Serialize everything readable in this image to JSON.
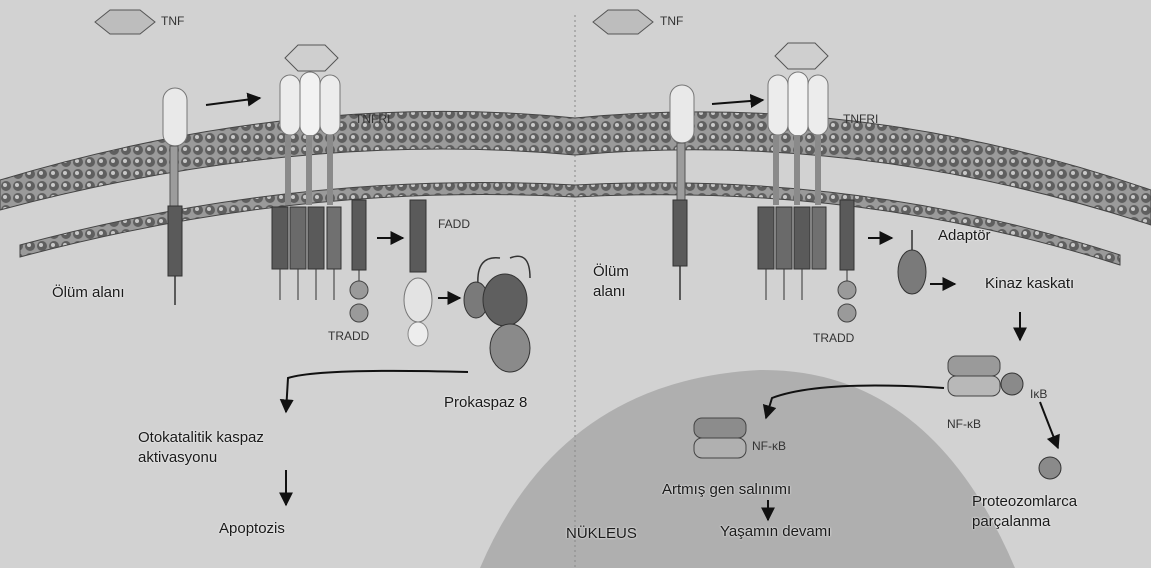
{
  "colors": {
    "background": "#d2d2d2",
    "membrane": "#6e6e6e",
    "receptor_light": "#e6e6e6",
    "domain_dark": "#5a5a5a",
    "nucleus": "#a9a9a9",
    "arrow": "#111111"
  },
  "left_panel": {
    "tnf": "TNF",
    "receptor": "TNFRI",
    "fadd": "FADD",
    "death_domain": "Ölüm alanı",
    "tradd": "TRADD",
    "procaspase": "Prokaspaz 8",
    "activation_line1": "Otokatalitik kaspaz",
    "activation_line2": "aktivasyonu",
    "apoptosis": "Apoptozis"
  },
  "right_panel": {
    "tnf": "TNF",
    "receptor": "TNFRI",
    "adaptor": "Adaptör",
    "death_domain_line1": "Ölüm",
    "death_domain_line2": "alanı",
    "kinase": "Kinaz kaskatı",
    "tradd": "TRADD",
    "ikb": "IκB",
    "nfkb_cytoplasm": "NF-κB",
    "nfkb_nucleus": "NF-κB",
    "gene_release": "Artmış gen salınımı",
    "survival": "Yaşamın devamı",
    "degradation_line1": "Proteozomlarca",
    "degradation_line2": "parçalanma",
    "nucleus": "NÜKLEUS"
  }
}
